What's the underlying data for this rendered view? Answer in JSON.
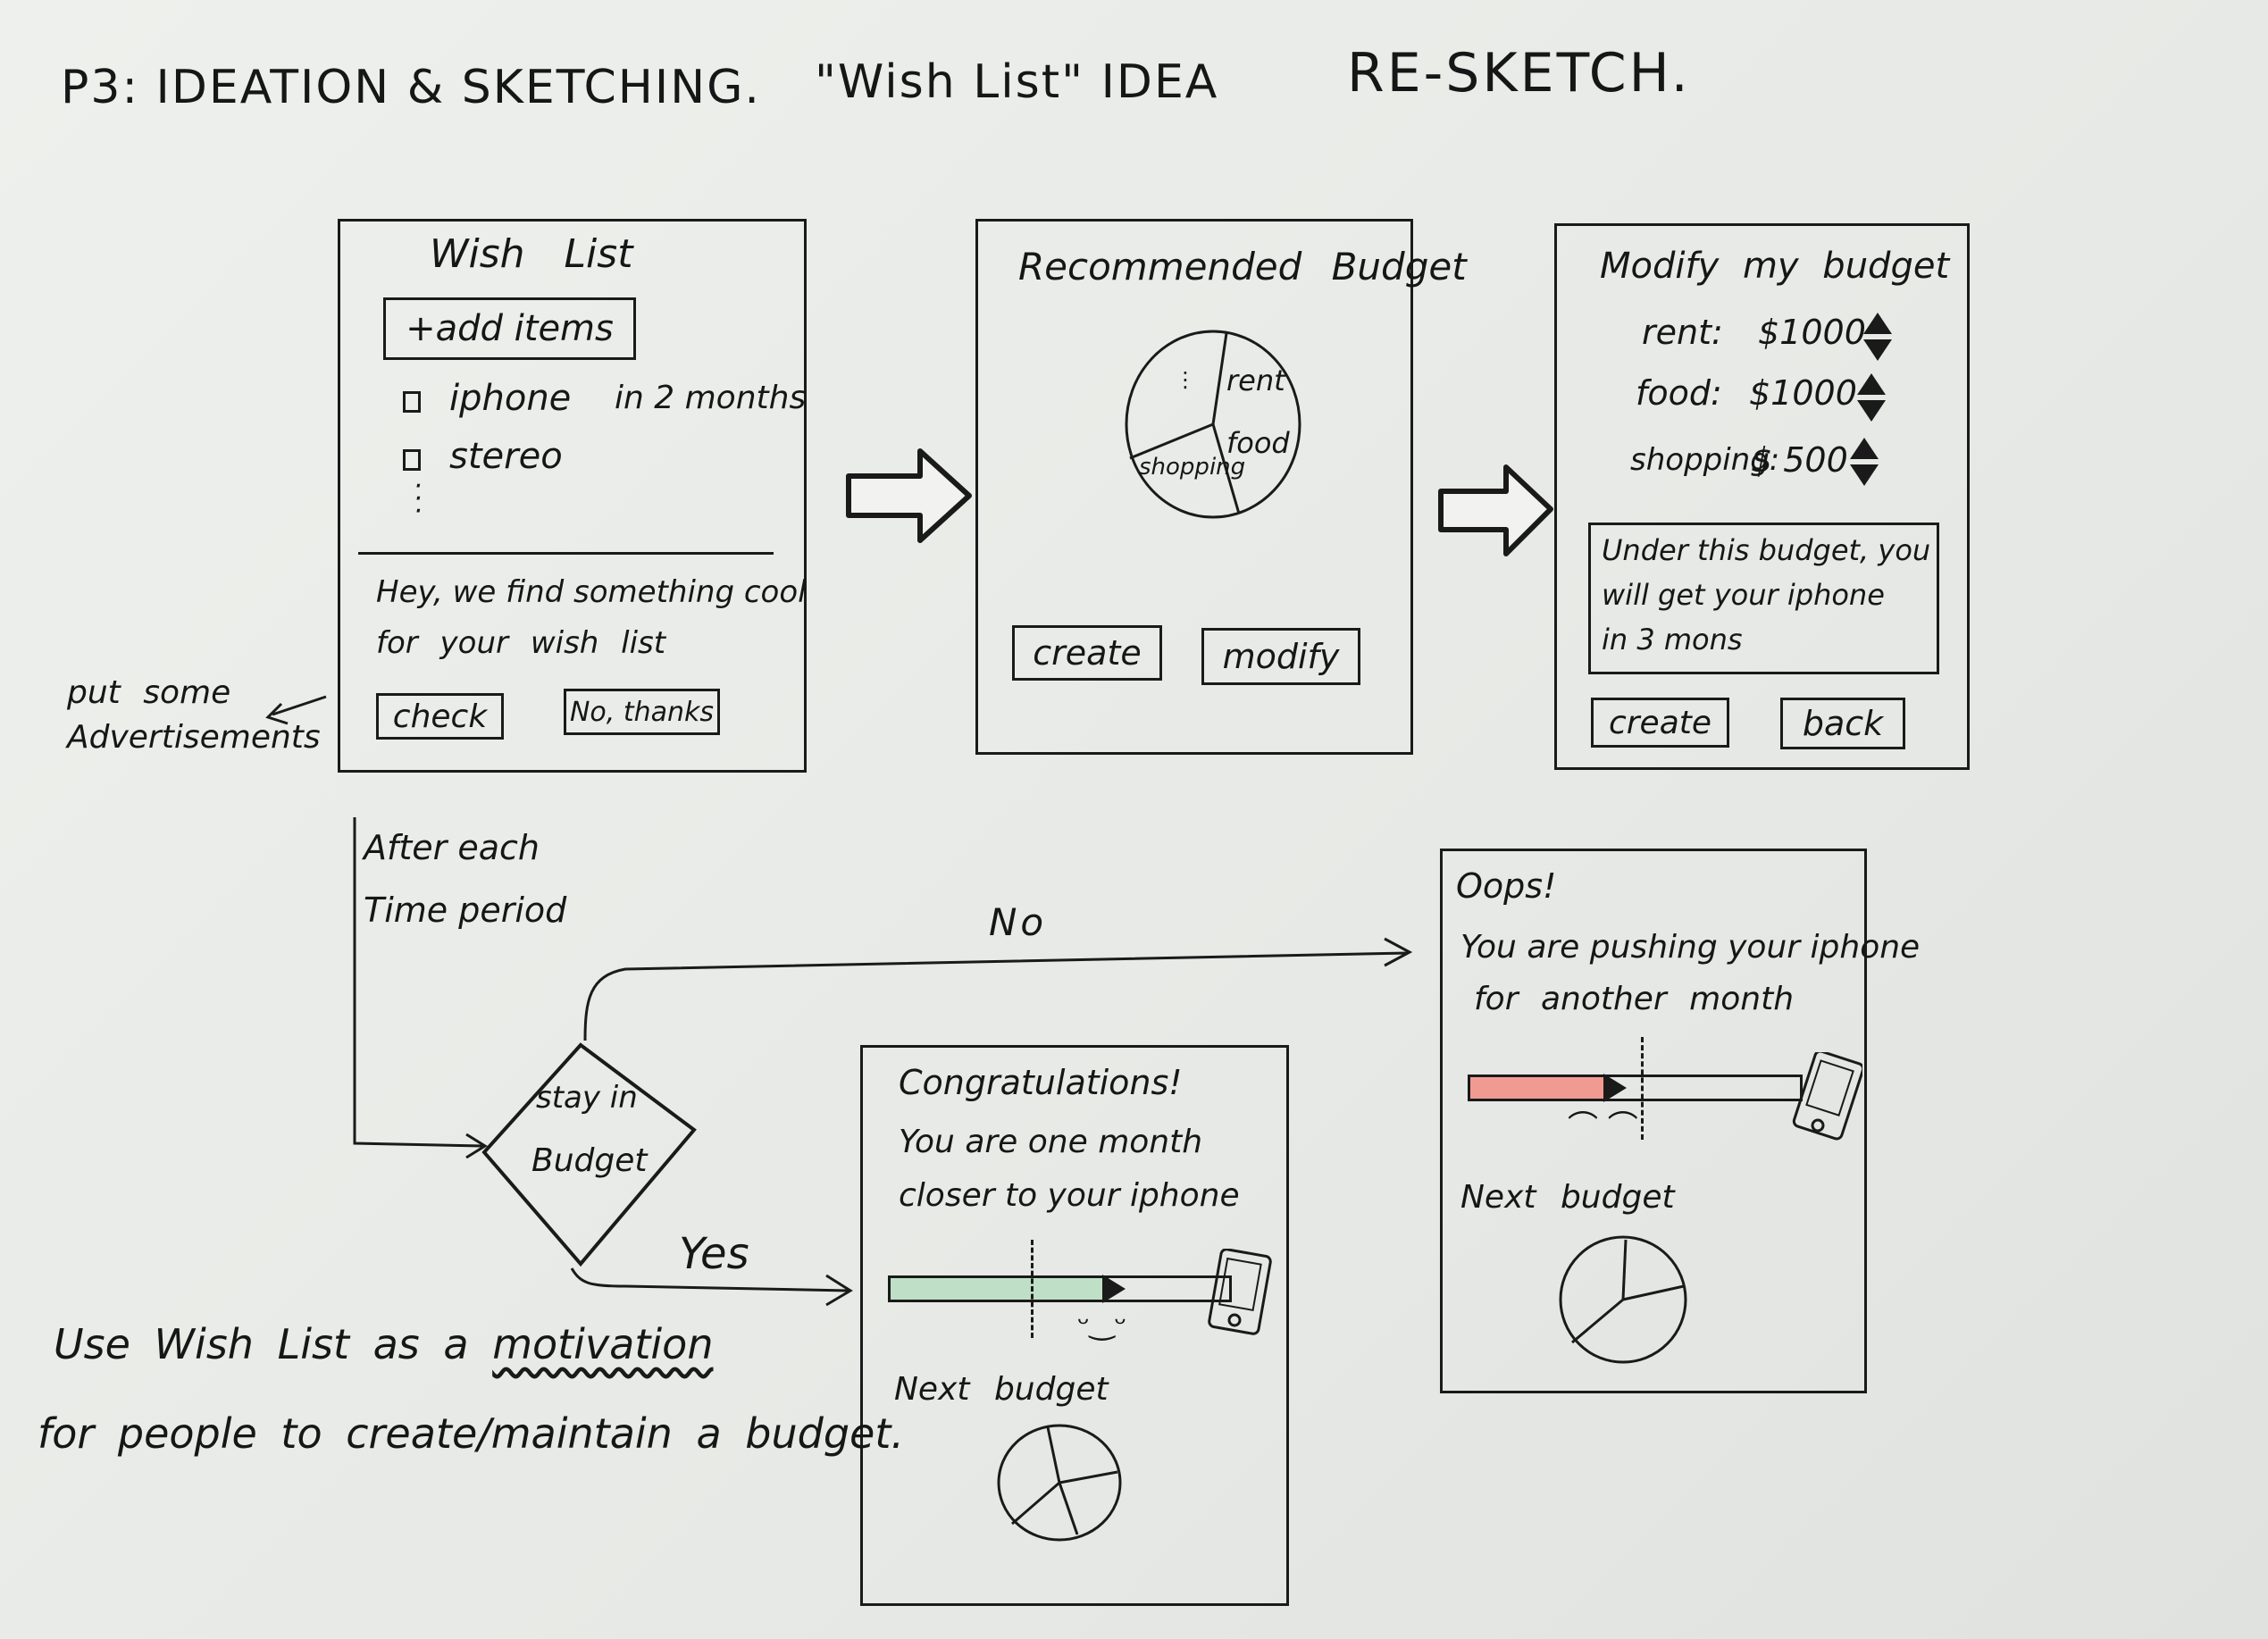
{
  "header": {
    "title": "P3: IDEATION & SKETCHING.",
    "idea": "\"Wish List\" IDEA",
    "resketch": "RE-SKETCH."
  },
  "wish_list": {
    "title": "Wish List",
    "add_items": "+add items",
    "items": [
      {
        "label": "iphone",
        "when": "in 2 months"
      },
      {
        "label": "stereo",
        "when": ""
      }
    ],
    "ad_line1": "Hey, we find something cool",
    "ad_line2": "for your wish list",
    "check": "check",
    "no_thanks": "No, thanks"
  },
  "ad_note": {
    "line1": "put some",
    "line2": "Advertisements"
  },
  "recommended": {
    "title": "Recommended Budget",
    "pie_labels": [
      "rent",
      "food",
      "shopping"
    ],
    "create": "create",
    "modify": "modify"
  },
  "modify_budget": {
    "title": "Modify my budget",
    "rows": [
      {
        "label": "rent:",
        "value": "$1000"
      },
      {
        "label": "food:",
        "value": "$1000"
      },
      {
        "label": "shopping:",
        "value": "$ 500"
      }
    ],
    "note_line1": "Under this budget, you",
    "note_line2": "will get your iphone",
    "note_line3": "in 3 mons",
    "create": "create",
    "back": "back"
  },
  "flow": {
    "after_line1": "After each",
    "after_line2": "Time period",
    "decision_line1": "stay in",
    "decision_line2": "Budget",
    "no": "No",
    "yes": "Yes"
  },
  "congrats": {
    "title": "Congratulations!",
    "line1": "You are one month",
    "line2": "closer to your iphone",
    "next": "Next budget",
    "progress": 0.64,
    "bar_color": "#bfe0c6"
  },
  "oops": {
    "title": "Oops!",
    "line1": "You are pushing your iphone",
    "line2": "for another month",
    "next": "Next budget",
    "progress": 0.42,
    "bar_color": "#f09b92"
  },
  "footer": {
    "line1_pre": "Use Wish List as a ",
    "line1_em": "motivation",
    "line2": "for people to create/maintain a budget."
  }
}
